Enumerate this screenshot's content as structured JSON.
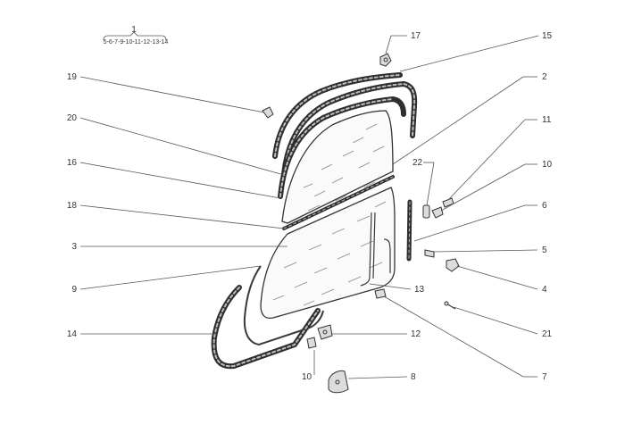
{
  "assembly": {
    "number": "1",
    "components": "5-6-7-9-10-11-12-13-14"
  },
  "callouts": {
    "c17": "17",
    "c15": "15",
    "c2": "2",
    "c19": "19",
    "c20": "20",
    "c16": "16",
    "c18": "18",
    "c3": "3",
    "c9": "9",
    "c14": "14",
    "c22": "22",
    "c11": "11",
    "c10r": "10",
    "c6": "6",
    "c5": "5",
    "c4": "4",
    "c13": "13",
    "c21": "21",
    "c12": "12",
    "c10b": "10",
    "c8": "8",
    "c7": "7"
  }
}
